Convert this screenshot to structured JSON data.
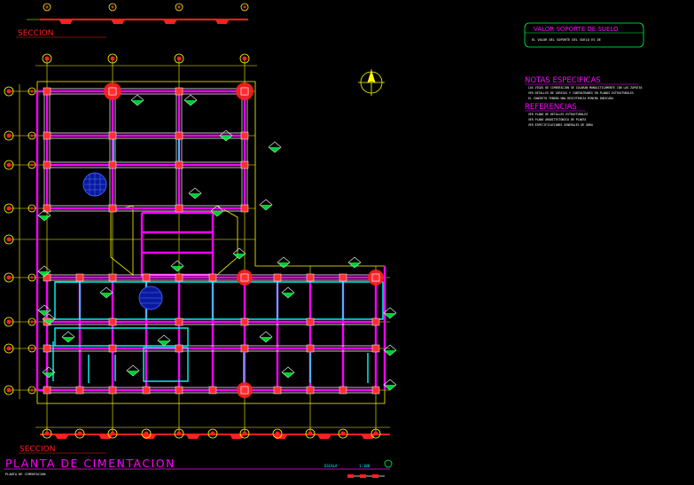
{
  "drawing": {
    "title": "PLANTA  DE  CIMENTACION",
    "subtitle": "PLANTA DE CIMENTACION",
    "section_label_top": "SECCION",
    "section_label_bottom": "SECCION"
  },
  "soil_box": {
    "title": "VALOR SOPORTE DE SUELO",
    "text": "EL VALOR DEL SOPORTE DEL SUELO ES DE"
  },
  "notes": {
    "title": "NOTAS  ESPECIFICAS",
    "lines": [
      "LAS VIGAS DE CIMENTACION SE COLARAN MONOLITICAMENTE CON LAS ZAPATAS",
      "VER DETALLES DE ZAPATAS Y CONTRATRABES EN PLANOS ESTRUCTURALES",
      "EL CONCRETO TENDRA UNA RESISTENCIA MINIMA INDICADA"
    ]
  },
  "references": {
    "title": "REFERENCIAS",
    "lines": [
      "VER PLANO DE DETALLES ESTRUCTURALES",
      "VER PLANO ARQUITECTONICO DE PLANTA",
      "VER ESPECIFICACIONES GENERALES DE OBRA"
    ]
  },
  "scale": {
    "label": "ESCALA",
    "value": "1:100"
  },
  "colors": {
    "background": "#000000",
    "beam": "#ff00ff",
    "axis": "#ffff00",
    "bubble": "#ff2020",
    "cyan": "#00ffff",
    "white": "#ffffff",
    "green": "#00ff40"
  }
}
